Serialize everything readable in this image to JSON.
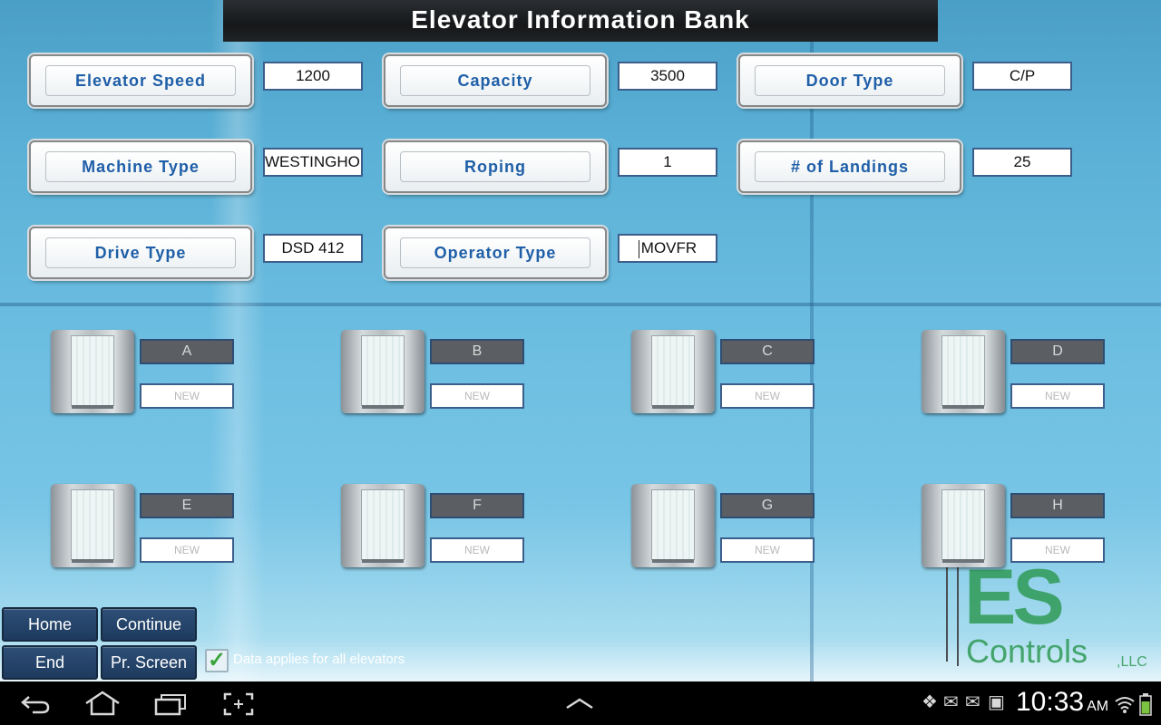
{
  "title": "Elevator Information Bank",
  "fields": [
    {
      "label": "Elevator Speed",
      "value": "1200"
    },
    {
      "label": "Capacity",
      "value": "3500"
    },
    {
      "label": "Door Type",
      "value": "C/P"
    },
    {
      "label": "Machine Type",
      "value": "WESTINGHOU"
    },
    {
      "label": "Roping",
      "value": "1"
    },
    {
      "label": "# of Landings",
      "value": "25"
    },
    {
      "label": "Drive Type",
      "value": "DSD 412"
    },
    {
      "label": "Operator Type",
      "value": "MOVFR"
    }
  ],
  "cars": [
    {
      "name": "A",
      "status": "NEW"
    },
    {
      "name": "B",
      "status": "NEW"
    },
    {
      "name": "C",
      "status": "NEW"
    },
    {
      "name": "D",
      "status": "NEW"
    },
    {
      "name": "E",
      "status": "NEW"
    },
    {
      "name": "F",
      "status": "NEW"
    },
    {
      "name": "G",
      "status": "NEW"
    },
    {
      "name": "H",
      "status": "NEW"
    }
  ],
  "buttons": {
    "home": "Home",
    "continue": "Continue",
    "end": "End",
    "print_screen": "Pr. Screen"
  },
  "apply_all": {
    "label": "Data applies for all elevators",
    "checked": true
  },
  "logo": {
    "line1": "ES",
    "line2": "Controls",
    "suffix": ",LLC"
  },
  "status_bar": {
    "time": "10:33",
    "ampm": "AM"
  },
  "colors": {
    "label_text": "#1f5fa8",
    "nav_button": "#2e4f77",
    "logo_green": "#2f9a55"
  }
}
